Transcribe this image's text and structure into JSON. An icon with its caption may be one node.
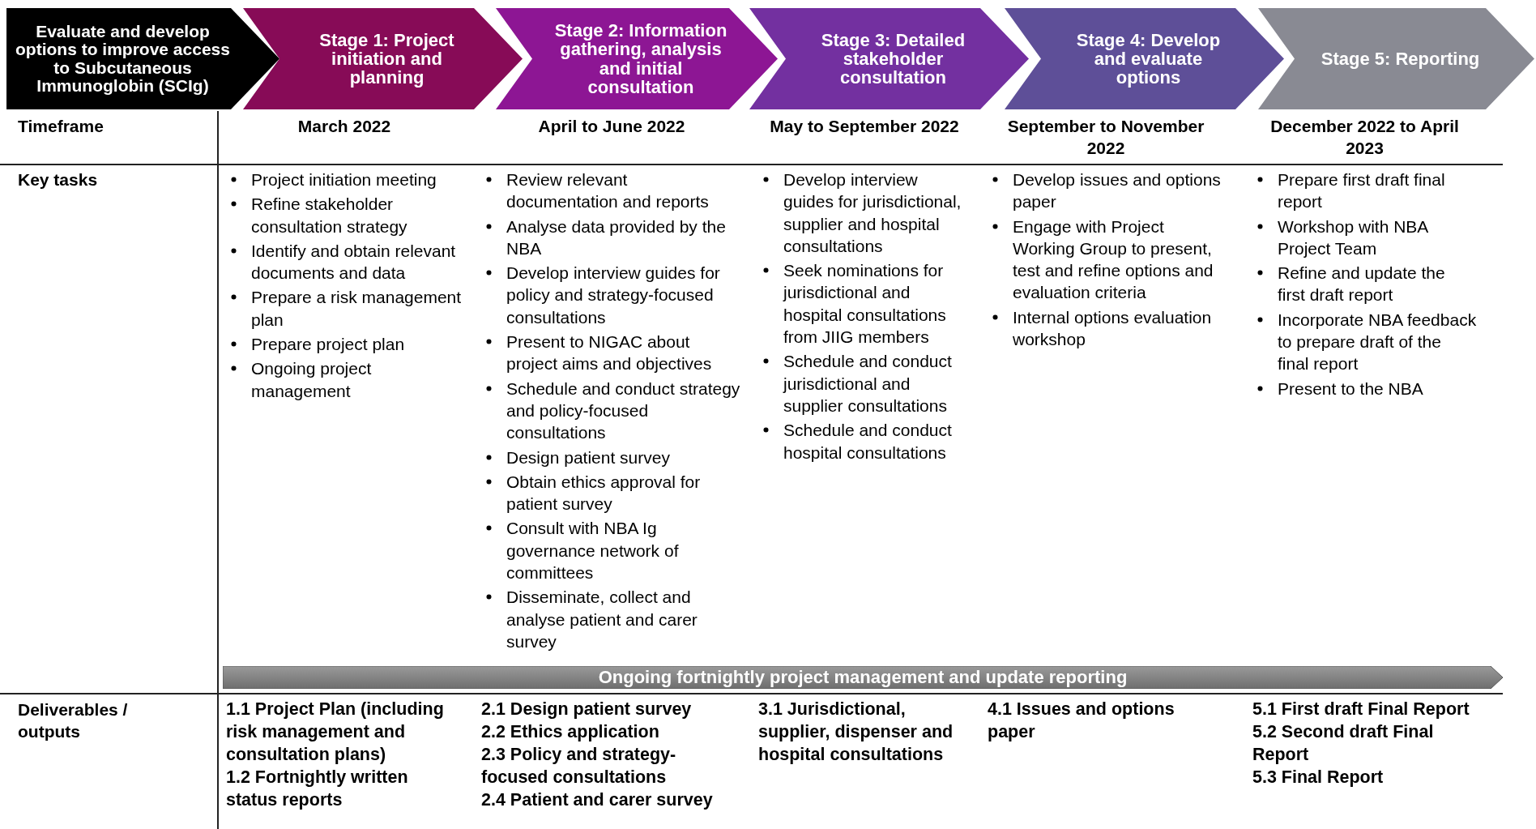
{
  "diagram": {
    "nodes": [
      {
        "text": [
          "Evaluate and develop options to improve access to Subcutaneous Immunoglobin (SCIg)"
        ]
      },
      {
        "text": [
          "Stage 1: Project initiation and planning"
        ]
      },
      {
        "text": [
          "Stage 2: Information gathering, analysis and initial consultation"
        ]
      },
      {
        "text": [
          "Stage 3: Detailed stakeholder consultation"
        ]
      },
      {
        "text": [
          "Stage 4: Develop and evaluate options"
        ]
      },
      {
        "text": [
          "Stage 5: Reporting"
        ]
      },
      {
        "text": [
          "Ongoing fortnightly project management and update reporting"
        ]
      }
    ],
    "edges": [],
    "labels": [
      "Timeframe",
      "March 2022",
      "April to June 2022",
      "May to September 2022",
      "September to November 2022",
      "December 2022 to April 2023",
      "Key tasks",
      "Project initiation meeting",
      "Refine stakeholder consultation strategy",
      "Identify and obtain relevant documents and data",
      "Prepare a risk management plan",
      "Prepare project plan",
      "Ongoing project management",
      "Review relevant documentation and reports",
      "Analyse data provided by the NBA",
      "Develop interview guides for policy and strategy-focused consultations",
      "Present to NIGAC about project aims and objectives",
      "Schedule and conduct strategy and policy-focused consultations",
      "Design patient survey",
      "Obtain ethics approval for patient survey",
      "Consult with NBA Ig governance network of committees",
      "Disseminate, collect and analyse patient and carer survey",
      "Develop interview guides for jurisdictional, supplier and hospital consultations",
      "Seek nominations for jurisdictional and hospital consultations from JIIG members",
      "Schedule and conduct jurisdictional and supplier consultations",
      "Schedule and conduct hospital consultations",
      "Develop issues and options paper",
      "Engage with Project Working Group to present, test and refine options and evaluation criteria",
      "Internal options evaluation workshop",
      "Prepare first draft final report",
      "Workshop with NBA Project Team",
      "Refine and update the first draft report",
      "Incorporate NBA feedback to prepare draft of the final report",
      "Present to the NBA",
      "Deliverables / outputs",
      "1.1 Project Plan (including risk management and consultation plans)",
      "1.2 Fortnightly written status reports",
      "2.1 Design patient survey",
      "2.2 Ethics application",
      "2.3 Policy and strategy-focused consultations",
      "2.4 Patient and carer survey",
      "3.1 Jurisdictional, supplier, dispenser and hospital consultations",
      "4.1 Issues and options paper",
      "5.1 First draft Final Report",
      "5.2 Second draft Final Report",
      "5.3 Final Report"
    ]
  }
}
